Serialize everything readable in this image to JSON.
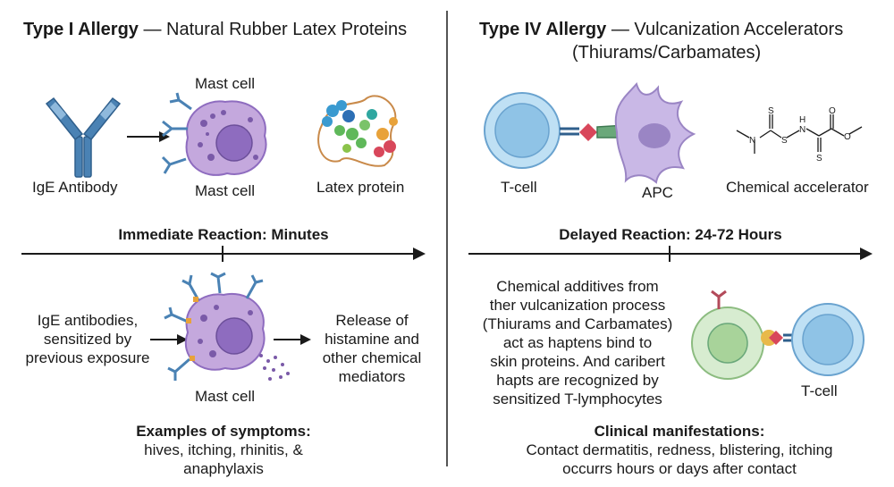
{
  "left": {
    "title_bold": "Type I Allergy",
    "title_rest": " — Natural Rubber Latex Proteins",
    "labels": {
      "mast_cell_top": "Mast cell",
      "igE_antibody": "IgE Antibody",
      "mast_cell_bottom": "Mast cell",
      "latex_protein": "Latex protein",
      "mast_cell_lower": "Mast cell"
    },
    "reaction": "Immediate Reaction: Minutes",
    "sensitized_text": [
      "IgE antibodies,",
      "sensitized by",
      "previous exposure"
    ],
    "release_text": [
      "Release of",
      "histamine and",
      "other chemical",
      "mediators"
    ],
    "symptoms_heading": "Examples of symptoms:",
    "symptoms_text": [
      "hives, itching, rhinitis, &",
      "anaphylaxis"
    ]
  },
  "right": {
    "title_bold": "Type IV Allergy",
    "title_rest": " — Vulcanization Accelerators",
    "title_line2": "(Thiurams/Carbamates)",
    "labels": {
      "t_cell": "T-cell",
      "apc": "APC",
      "chemical_accelerator": "Chemical accelerator",
      "t_cell_lower": "T-cell"
    },
    "molecule_atoms": {
      "s1": "S",
      "s2": "S",
      "n1": "N",
      "n2": "N",
      "h": "H",
      "o1": "O",
      "o2": "O",
      "s3": "S"
    },
    "reaction": "Delayed Reaction: 24-72 Hours",
    "mechanism_text": [
      "Chemical additives from",
      "ther vulcanization process",
      "(Thiurams and Carbamates)",
      "act as haptens bind to",
      "skin proteins. And caribert",
      "hapts are recognized by",
      "sensitized T-lymphocytes"
    ],
    "clinical_heading": "Clinical manifestations:",
    "clinical_text": [
      "Contact dermatitis, redness, blistering, itching",
      "occurrs hours or days after contact"
    ]
  },
  "colors": {
    "antibody_blue": "#4a82b4",
    "mast_cell_purple": "#c4a8dd",
    "mast_cell_nucleus": "#8e6cbf",
    "t_cell_blue": "#8fc3e6",
    "apc_purple": "#c9b8e6",
    "receptor_green": "#6aa87a",
    "hapten_red": "#d8475b",
    "hapten_orange": "#e8a23a"
  }
}
